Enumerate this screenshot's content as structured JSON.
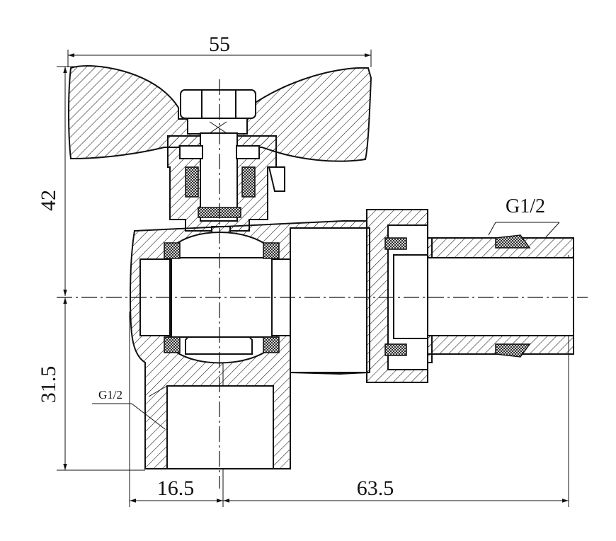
{
  "drawing": {
    "dimensions": {
      "width_total": "55",
      "height_top": "42",
      "height_bottom": "31.5",
      "offset_left": "16.5",
      "length_right": "63.5"
    },
    "threads": {
      "outlet": "G1/2",
      "inlet": "G1/2"
    }
  }
}
